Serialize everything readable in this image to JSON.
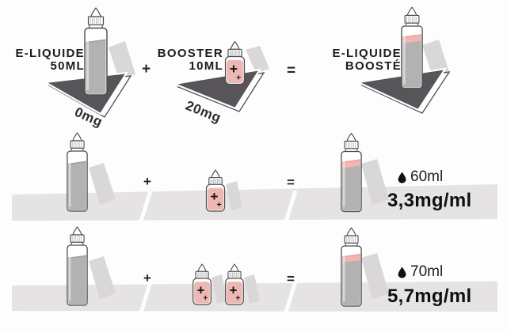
{
  "header": {
    "eliquide_label": {
      "line1": "E-LIQUIDE",
      "line2": "50ML"
    },
    "eliquide_strength": "0mg",
    "plus": "+",
    "booster_label": {
      "line1": "BOOSTER",
      "line2": "10ML"
    },
    "booster_strength": "20mg",
    "equals": "=",
    "result_label": {
      "line1": "E-LIQUIDE",
      "line2": "BOOSTÉ"
    }
  },
  "booster_bottle": {
    "plus_large": "+",
    "plus_small": "+"
  },
  "rows": [
    {
      "plus": "+",
      "equals": "=",
      "volume": "60ml",
      "nicotine": "3,3mg/ml"
    },
    {
      "plus": "+",
      "equals": "=",
      "volume": "70ml",
      "nicotine": "5,7mg/ml"
    }
  ],
  "colors": {
    "platform_dark": "#57545a",
    "band_gray": "#e5e3e4",
    "shadow_gray": "#d9d7d8",
    "liquid_gray": "#b4b1b2",
    "booster_pink": "#edb8b3",
    "boost_band_pink": "#f2b6af",
    "ink": "#1c1c1c"
  }
}
